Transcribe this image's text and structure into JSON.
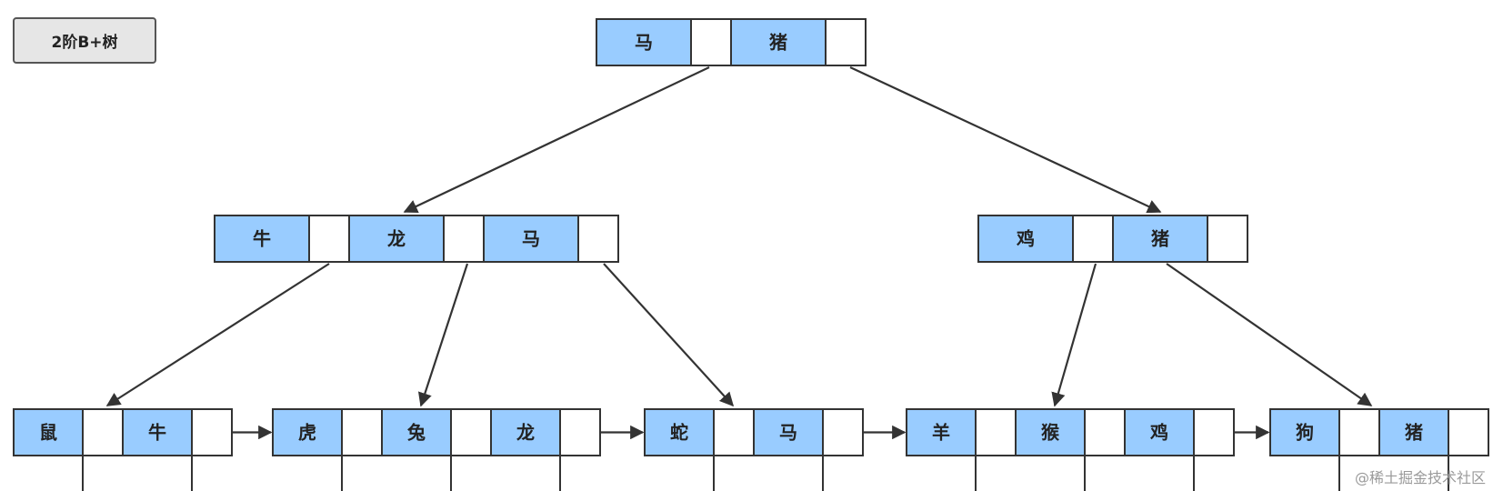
{
  "title": "2阶B+树",
  "watermark": "@稀土掘金技术社区",
  "colors": {
    "key_fill": "#99ccff",
    "empty_fill": "#ffffff",
    "stroke": "#333333"
  },
  "tree": {
    "root": [
      "马",
      "猪"
    ],
    "internal": [
      {
        "id": "internal-left",
        "keys": [
          "牛",
          "龙",
          "马"
        ]
      },
      {
        "id": "internal-right",
        "keys": [
          "鸡",
          "猪"
        ]
      }
    ],
    "leaves": [
      {
        "id": "leaf-1",
        "keys": [
          "鼠",
          "牛"
        ]
      },
      {
        "id": "leaf-2",
        "keys": [
          "虎",
          "兔",
          "龙"
        ]
      },
      {
        "id": "leaf-3",
        "keys": [
          "蛇",
          "马"
        ]
      },
      {
        "id": "leaf-4",
        "keys": [
          "羊",
          "猴",
          "鸡"
        ]
      },
      {
        "id": "leaf-5",
        "keys": [
          "狗",
          "猪"
        ]
      }
    ]
  }
}
